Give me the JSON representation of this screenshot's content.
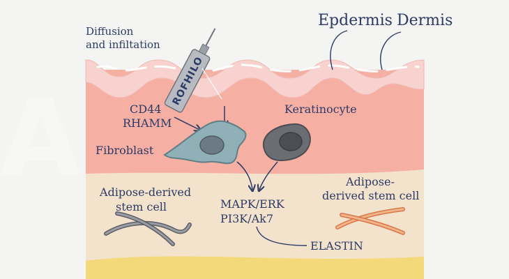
{
  "labels": {
    "diffusion": [
      "Diffusion",
      "and infiltation"
    ],
    "epidermis": "Epdermis",
    "dermis": "Dermis",
    "receptors": [
      "CD44",
      "RHAMM"
    ],
    "keratinocyte": "Keratinocyte",
    "fibroblast": "Fibroblast",
    "adipose_left": [
      "Adipose-derived",
      "stem cell"
    ],
    "pathway": [
      "MAPK/ERK",
      "PI3K/Ak7"
    ],
    "adipose_right": [
      "Adipose-",
      "derived stem cell"
    ],
    "elastin": "ELASTIN"
  },
  "syringe": {
    "text": "ROFHILO"
  },
  "watermark": {
    "text": "ALEUP"
  },
  "colors": {
    "background": "#f4f4f3",
    "epidermis": "#f7d2cf",
    "dermis": "#f5b0a3",
    "hypodermis": "#f4e3cc",
    "fat": "#f4d97a",
    "fibroblast": "#8fb0b7",
    "keratinocyte": "#6a6d72",
    "text": "#2c3a66"
  }
}
